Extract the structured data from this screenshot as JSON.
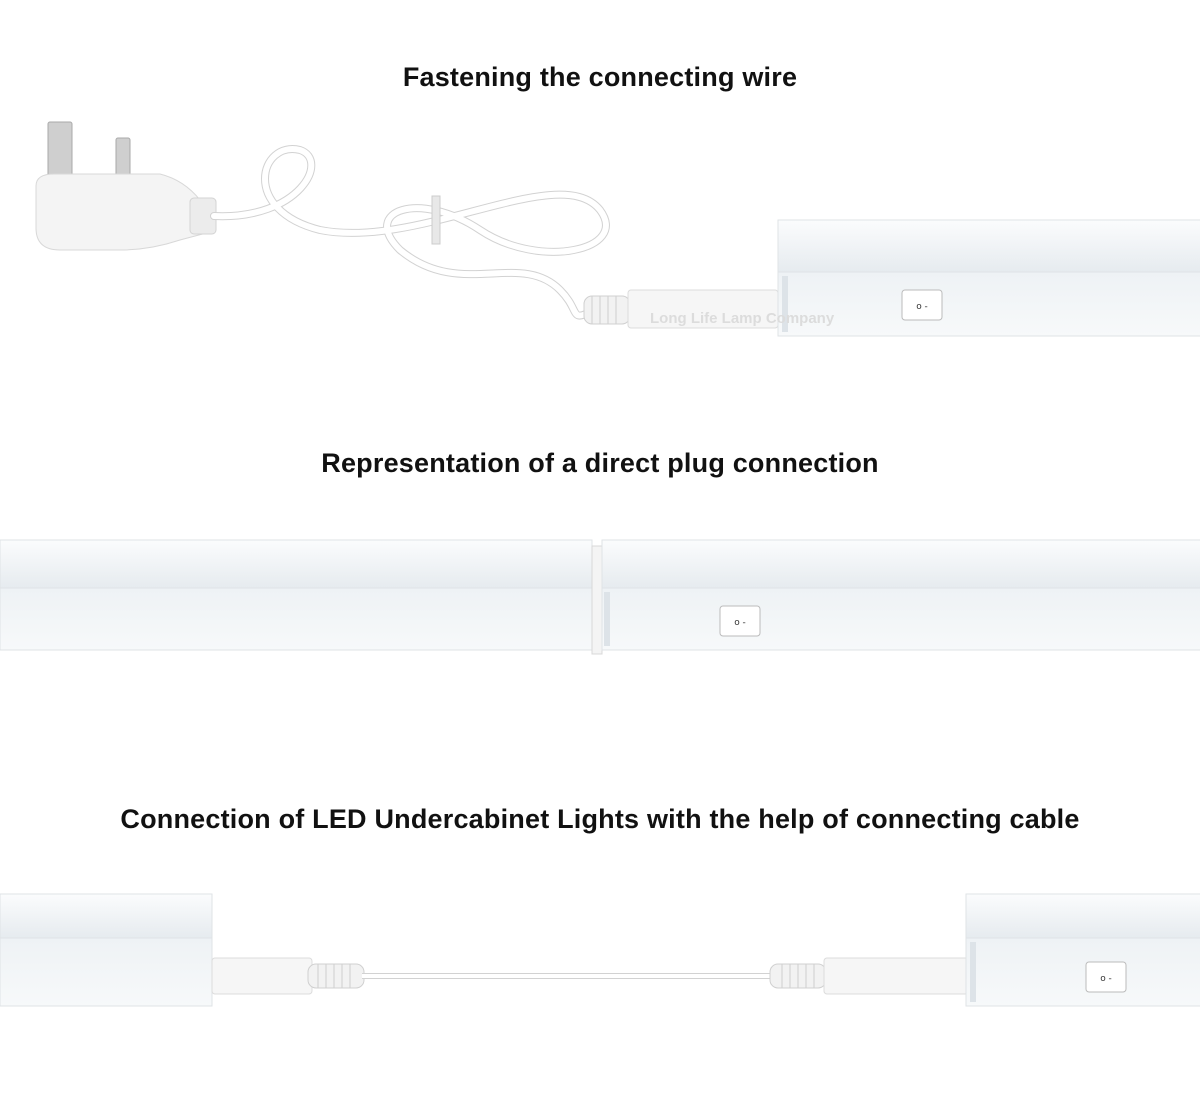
{
  "sections": [
    {
      "heading": "Fastening the connecting wire"
    },
    {
      "heading": "Representation of a direct plug connection"
    },
    {
      "heading": "Connection of LED Undercabinet Lights with the help of connecting cable"
    }
  ],
  "watermark": "Long Life Lamp Company",
  "switch_symbol": "o -",
  "colors": {
    "light_body": "#f3f5f7",
    "light_diffuser": "#e9eef2",
    "cable": "#ffffff",
    "plug_pin": "#c7c7c7",
    "plug_fuse_mark": "#e03a3a"
  }
}
